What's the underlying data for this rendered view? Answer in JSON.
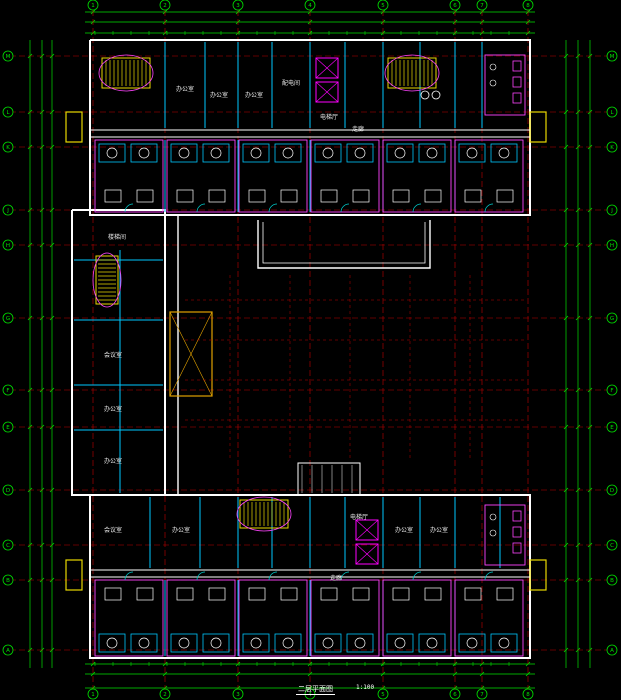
{
  "drawing": {
    "title": "二层平面图",
    "scale": "1:100",
    "colors": {
      "background": "#000000",
      "wall": "#ffffff",
      "axis": "#c00000",
      "dimension": "#00e000",
      "partition": "#00c8ff",
      "room_outline": "#ff44ff",
      "stair": "#e8d800",
      "elevator": "#ff00ff",
      "door": "#00d0d0",
      "text": "#e8e8e8"
    }
  },
  "axes": {
    "top": [
      "1",
      "2",
      "3",
      "4",
      "5",
      "6",
      "7",
      "8"
    ],
    "left": [
      "M",
      "L",
      "K",
      "J",
      "H",
      "G",
      "F",
      "E",
      "D",
      "C",
      "B",
      "A"
    ]
  },
  "rooms": {
    "north_wing": [
      "办公室",
      "办公室",
      "办公室",
      "配电间",
      "电梯厅",
      "走廊"
    ],
    "west_wing": [
      "楼梯间",
      "会议室",
      "办公室",
      "办公室"
    ],
    "south_wing": [
      "会议室",
      "办公室",
      "电梯厅",
      "办公室",
      "办公室",
      "走廊"
    ]
  }
}
